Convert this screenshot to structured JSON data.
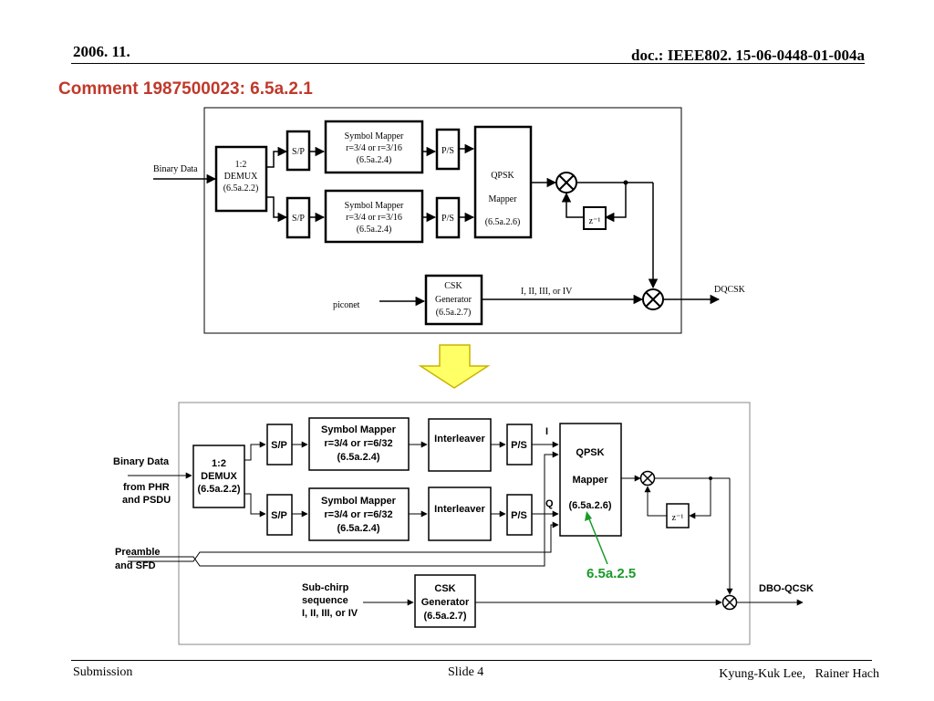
{
  "header": {
    "date": "2006. 11.",
    "doc": "doc.: IEEE802. 15-06-0448-01-004a"
  },
  "title": "Comment 1987500023: 6.5a.2.1",
  "top": {
    "binary_data": "Binary Data",
    "demux": [
      "1:2",
      "DEMUX",
      "(6.5a.2.2)"
    ],
    "sp": "S/P",
    "ps": "P/S",
    "mapper": [
      "Symbol Mapper",
      "r=3/4 or r=3/16",
      "(6.5a.2.4)"
    ],
    "qpsk": [
      "QPSK",
      "Mapper",
      "(6.5a.2.6)"
    ],
    "delay": "z⁻¹",
    "piconet": "piconet",
    "csk": [
      "CSK",
      "Generator",
      "(6.5a.2.7)"
    ],
    "csk_out": "I, II, III, or IV",
    "output": "DQCSK"
  },
  "bottom": {
    "binary_data": "Binary Data",
    "from_phr": [
      "from PHR",
      "and PSDU"
    ],
    "demux": [
      "1:2",
      "DEMUX",
      "(6.5a.2.2)"
    ],
    "sp": "S/P",
    "ps": "P/S",
    "mapper": [
      "Symbol Mapper",
      "r=3/4 or r=6/32",
      "(6.5a.2.4)"
    ],
    "interleaver": "Interleaver",
    "i_label": "I",
    "q_label": "Q",
    "qpsk": [
      "QPSK",
      "Mapper",
      "(6.5a.2.6)"
    ],
    "delay": "z⁻¹",
    "preamble": [
      "Preamble",
      "and SFD"
    ],
    "subchirp": [
      "Sub-chirp",
      "sequence",
      "I, II, III, or IV"
    ],
    "csk": [
      "CSK",
      "Generator",
      "(6.5a.2.7)"
    ],
    "output": "DBO-QCSK",
    "annotation": "6.5a.2.5"
  },
  "footer": {
    "left": "Submission",
    "center": "Slide 4",
    "right": "Kyung-Kuk Lee,   Rainer Hach"
  },
  "colors": {
    "title": "#c0392b",
    "annotation": "#1a9a2a",
    "arrow_fill": "#ffff66",
    "arrow_stroke": "#c8b400"
  }
}
